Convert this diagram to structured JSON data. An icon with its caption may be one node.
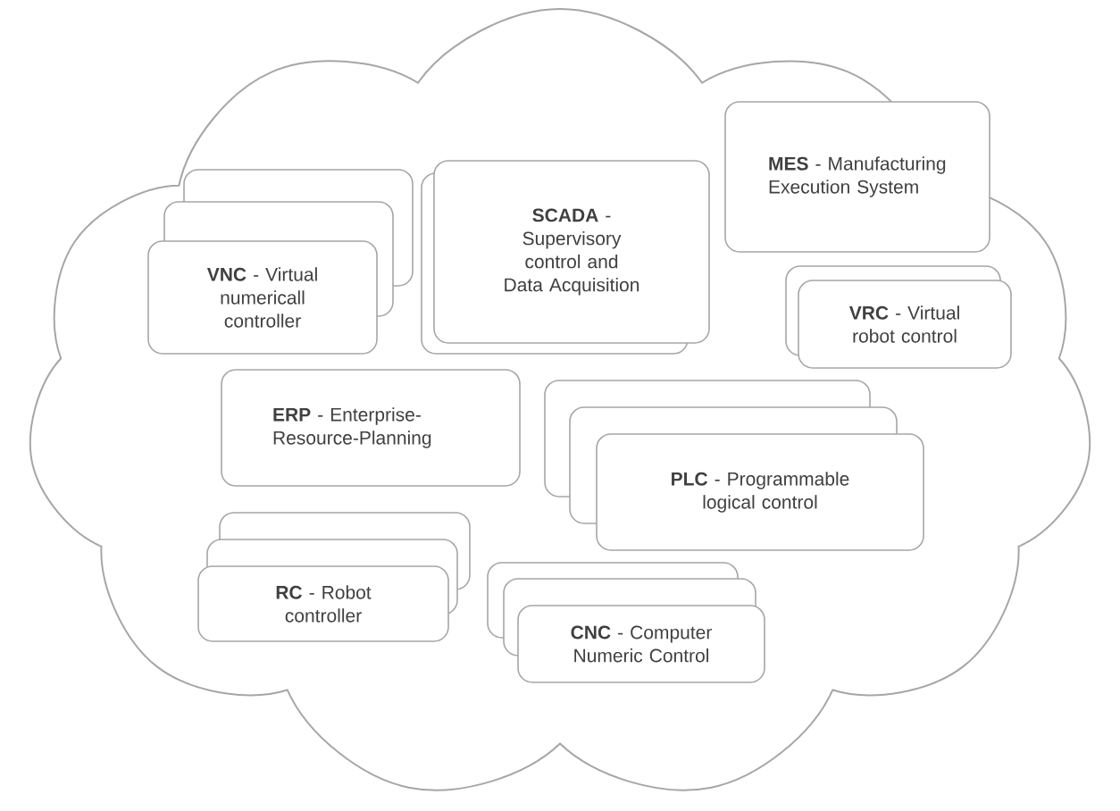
{
  "diagram": {
    "nodes": [
      {
        "text": [],
        "shape": "cloud"
      },
      {
        "text": [
          "**MES** - Manufacturing Execution System"
        ],
        "in": 0
      },
      {
        "text": [
          "**VNC** - Virtual numericall controller"
        ],
        "in": 0
      },
      {
        "text": [
          "**SCADA** - Supervisory control and Data Acquisition"
        ],
        "in": 0
      },
      {
        "text": [
          "**VRC** - Virtual robot control"
        ],
        "in": 0
      },
      {
        "text": [
          "**ERP** - Enterprise-Resource-Planning"
        ],
        "in": 0
      },
      {
        "text": [
          "**PLC** - Programmable logical control"
        ],
        "in": 0
      },
      {
        "text": [
          "**RC** - Robot controller"
        ],
        "in": 0
      },
      {
        "text": [
          "**CNC** - Computer Numeric Control"
        ],
        "in": 0
      }
    ]
  }
}
